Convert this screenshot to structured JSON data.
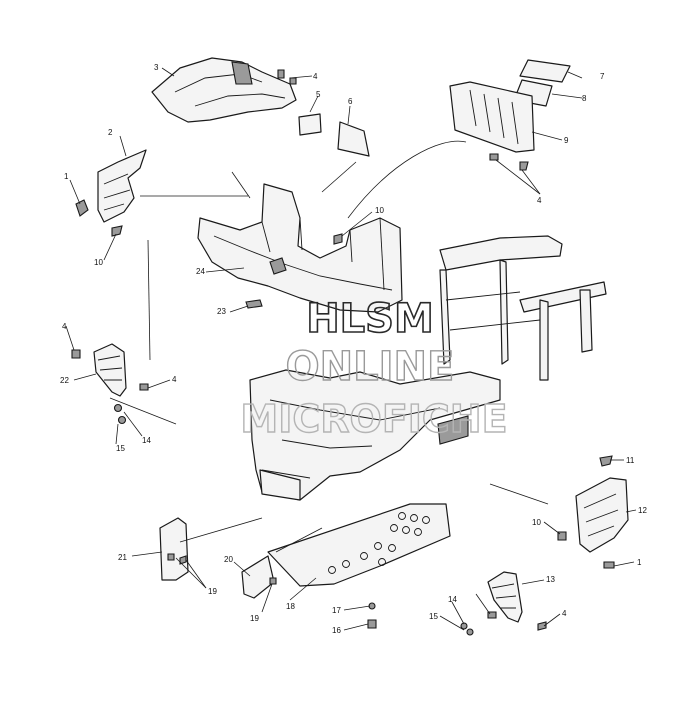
{
  "watermark": {
    "line1": "HLSM",
    "line2": "ONLINE",
    "line3": "MICROFICHE"
  },
  "callouts": {
    "c1a": "1",
    "c1b": "1",
    "c2": "2",
    "c3": "3",
    "c4a": "4",
    "c4b": "4",
    "c4c": "4",
    "c4d": "4",
    "c4e": "4",
    "c5": "5",
    "c6": "6",
    "c7": "7",
    "c8": "8",
    "c9": "9",
    "c10a": "10",
    "c10b": "10",
    "c10c": "10",
    "c11": "11",
    "c12": "12",
    "c13": "13",
    "c14a": "14",
    "c14b": "14",
    "c15a": "15",
    "c15b": "15",
    "c16": "16",
    "c17": "17",
    "c18": "18",
    "c19a": "19",
    "c19b": "19",
    "c20": "20",
    "c21": "21",
    "c22": "22",
    "c23": "23",
    "c24": "24"
  }
}
